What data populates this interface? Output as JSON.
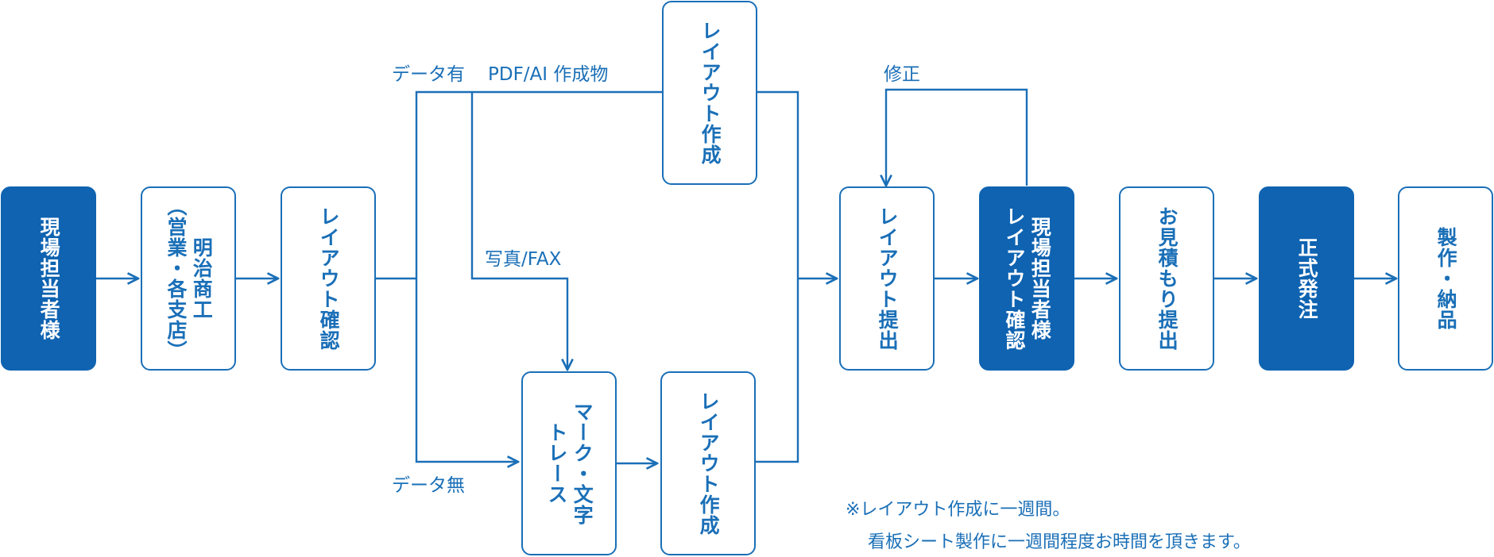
{
  "nodes": {
    "site_manager": {
      "lines": [
        "現場担当者様"
      ]
    },
    "meiji_shoko": {
      "lines": [
        "明治商工",
        "（営業・各支店）"
      ]
    },
    "layout_check": {
      "lines": [
        "レイアウト確認"
      ]
    },
    "layout_create_top": {
      "lines": [
        "レイアウト作成"
      ]
    },
    "mark_trace": {
      "lines": [
        "マーク・文字",
        "トレース"
      ]
    },
    "layout_create_bot": {
      "lines": [
        "レイアウト作成"
      ]
    },
    "layout_submit": {
      "lines": [
        "レイアウト提出"
      ]
    },
    "site_layout_check": {
      "lines": [
        "現場担当者様",
        "レイアウト確認"
      ]
    },
    "estimate_submit": {
      "lines": [
        "お見積もり提出"
      ]
    },
    "formal_order": {
      "lines": [
        "正式発注"
      ]
    },
    "production": {
      "lines": [
        "製作・納品"
      ]
    }
  },
  "labels": {
    "data_yes": "データ有",
    "pdf_ai": "PDF/AI 作成物",
    "photo_fax": "写真/FAX",
    "data_no": "データ無",
    "revision": "修正"
  },
  "note": {
    "line1": "※レイアウト作成に一週間。",
    "line2": "看板シート製作に一週間程度お時間を頂きます。"
  },
  "colors": {
    "accent": "#1a6fb7",
    "filled": "#0f63b1",
    "text_on_filled": "#ffffff"
  }
}
